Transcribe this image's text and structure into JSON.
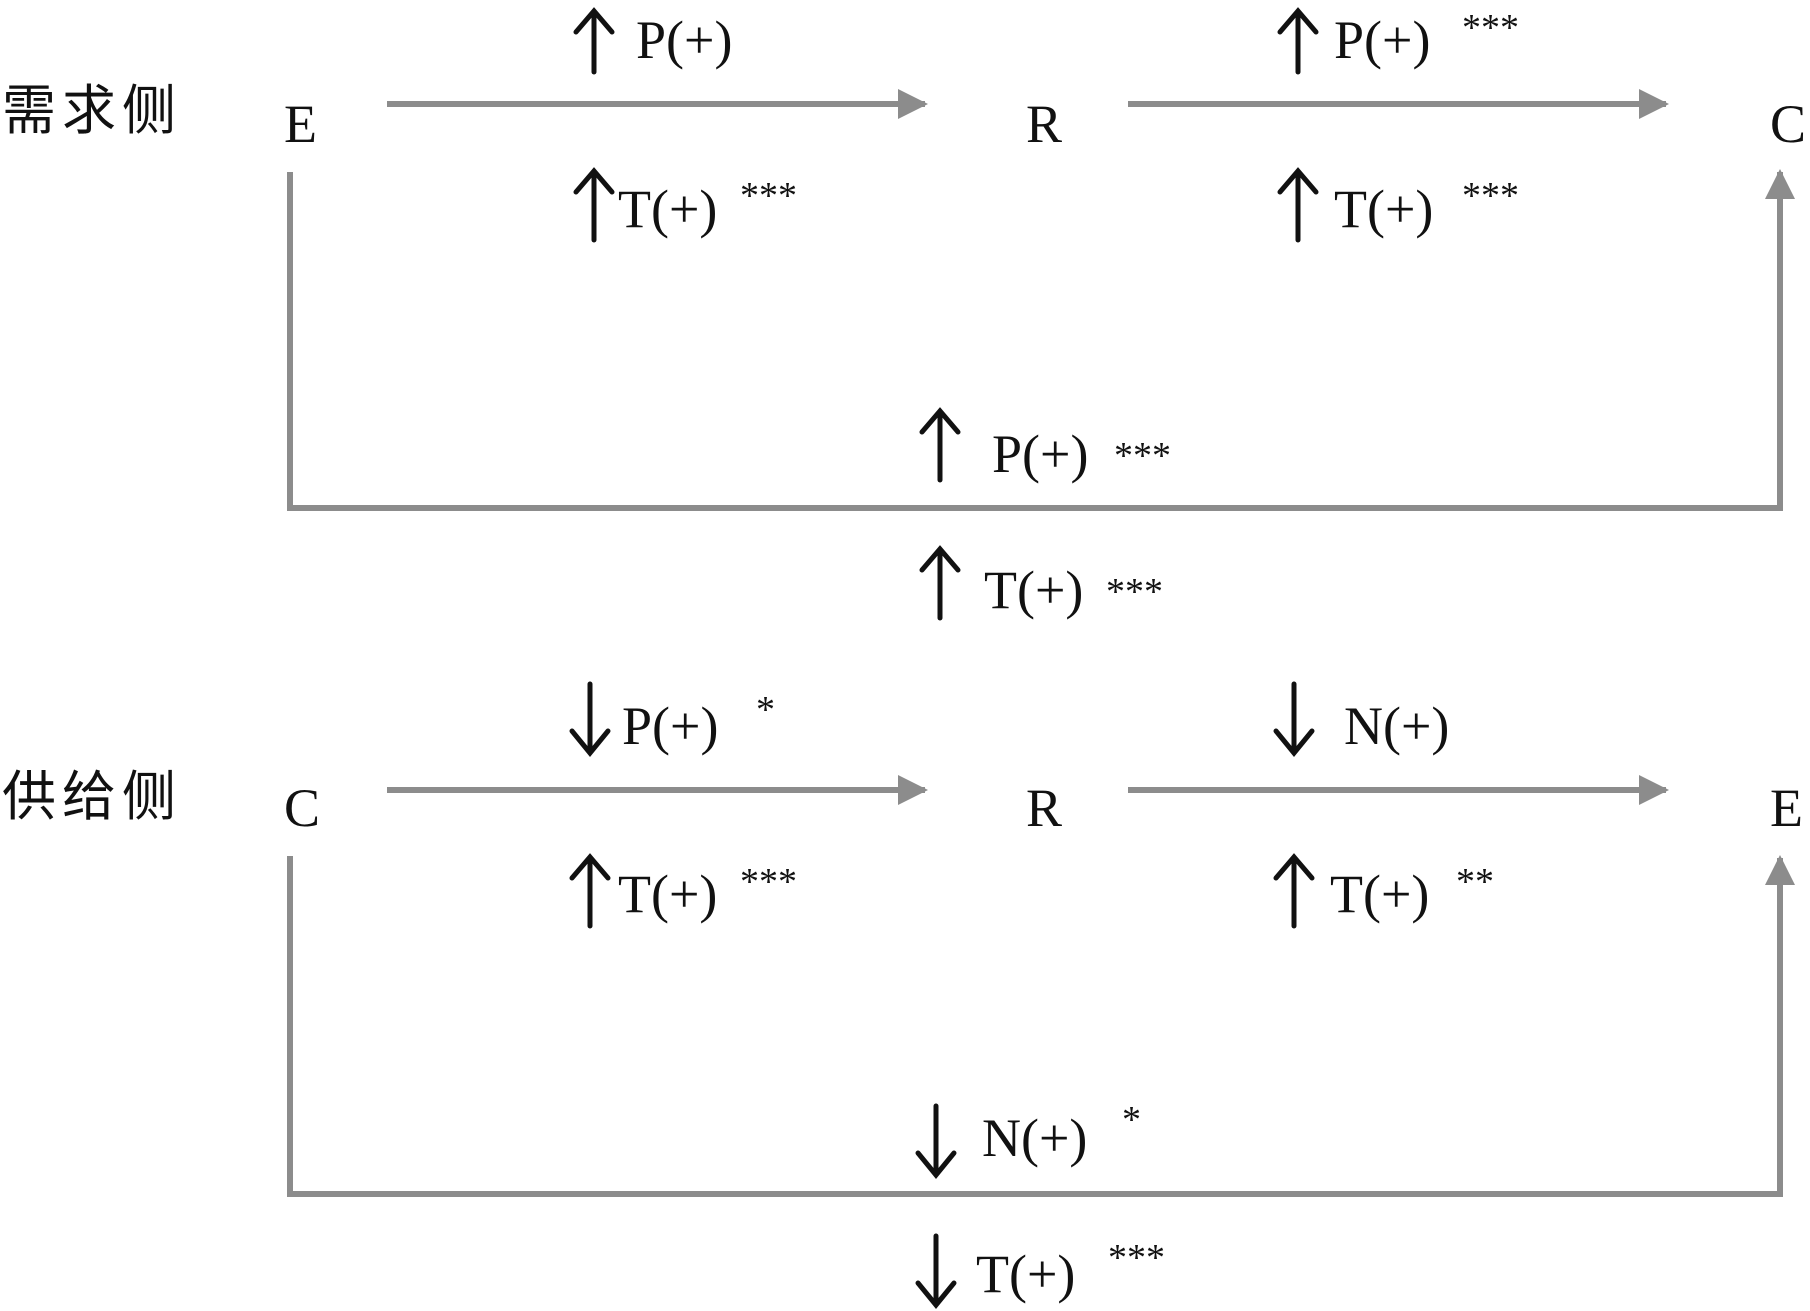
{
  "panels": [
    {
      "id": "demand",
      "side_label": "需求侧",
      "nodes": {
        "left": "E",
        "middle": "R",
        "right": "C"
      },
      "effects": [
        {
          "id": "left-top",
          "direction": "up",
          "text": "P(+)",
          "stars": ""
        },
        {
          "id": "left-bottom",
          "direction": "up",
          "text": "T(+)",
          "stars": "***"
        },
        {
          "id": "right-top",
          "direction": "up",
          "text": "P(+)",
          "stars": "***"
        },
        {
          "id": "right-bottom",
          "direction": "up",
          "text": "T(+)",
          "stars": "***"
        },
        {
          "id": "long-top",
          "direction": "up",
          "text": "P(+)",
          "stars": "***"
        },
        {
          "id": "long-bottom",
          "direction": "up",
          "text": "T(+)",
          "stars": "***"
        }
      ]
    },
    {
      "id": "supply",
      "side_label": "供给侧",
      "nodes": {
        "left": "C",
        "middle": "R",
        "right": "E"
      },
      "effects": [
        {
          "id": "left-top",
          "direction": "down",
          "text": "P(+)",
          "stars": "*"
        },
        {
          "id": "left-bottom",
          "direction": "up",
          "text": "T(+)",
          "stars": "***"
        },
        {
          "id": "right-top",
          "direction": "down",
          "text": "N(+)",
          "stars": ""
        },
        {
          "id": "right-bottom",
          "direction": "up",
          "text": "T(+)",
          "stars": "**"
        },
        {
          "id": "long-top",
          "direction": "down",
          "text": "N(+)",
          "stars": "*"
        },
        {
          "id": "long-bottom",
          "direction": "down",
          "text": "T(+)",
          "stars": "***"
        }
      ]
    }
  ],
  "colors": {
    "connector": "#8c8c8c",
    "text": "#111111",
    "indicator": "#111111"
  }
}
